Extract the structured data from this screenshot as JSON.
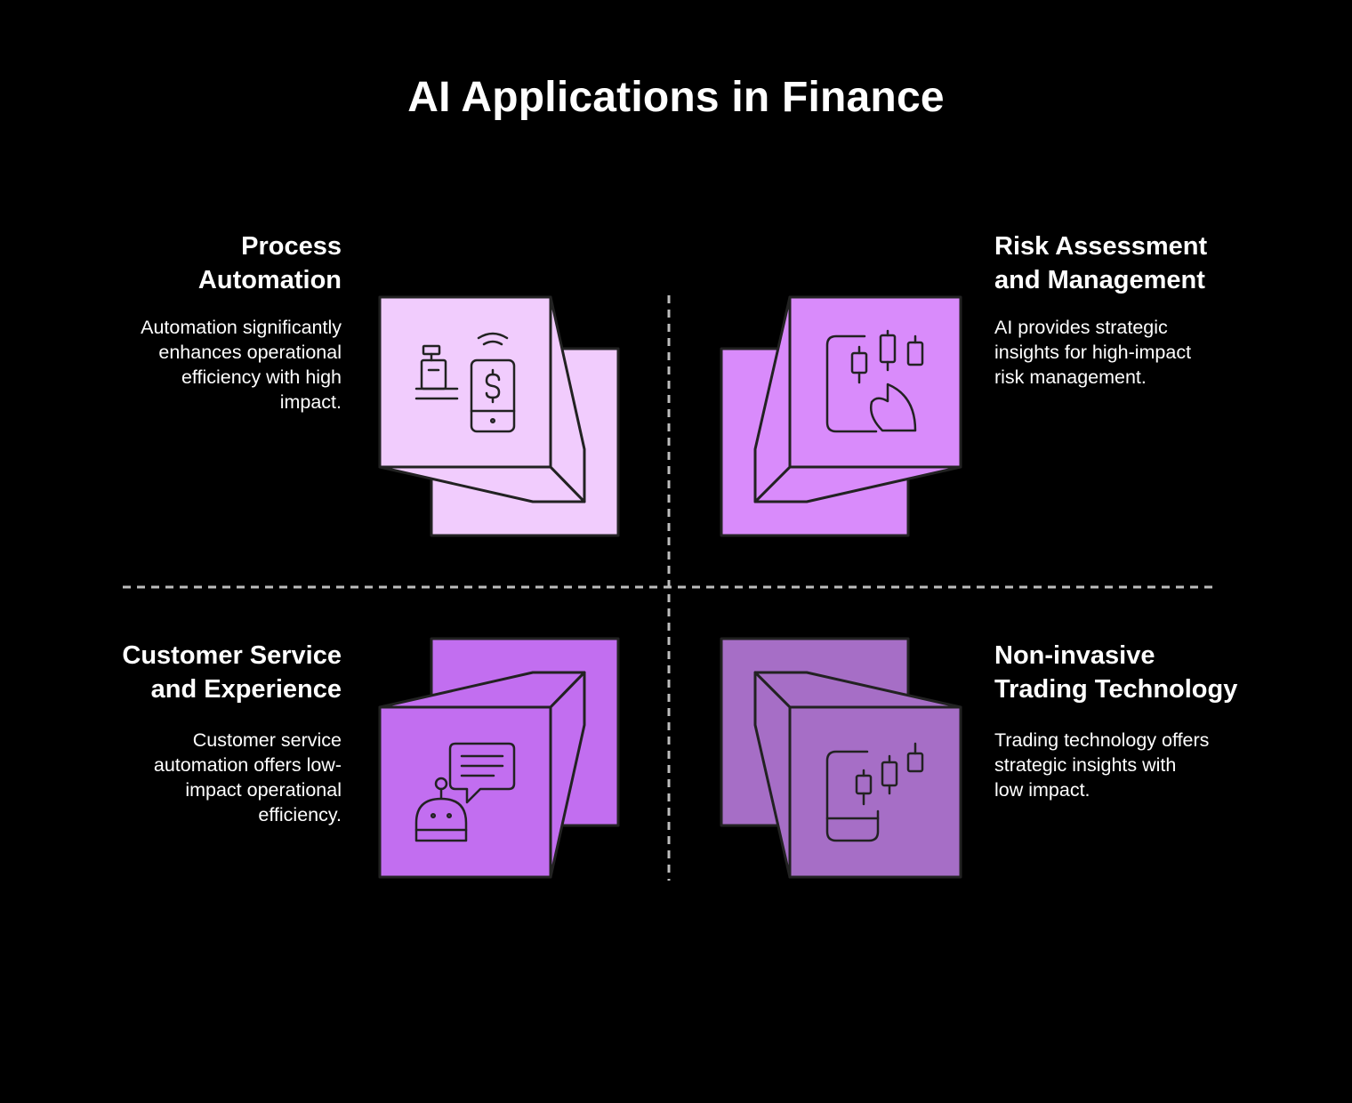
{
  "title": "AI Applications in Finance",
  "colors": {
    "background": "#000000",
    "process_automation": "#F1CCFD",
    "risk_assessment": "#D98BFB",
    "customer_service": "#C26EF0",
    "trading_technology": "#A66EC6",
    "outline": "#222222",
    "divider": "#BDBDBD"
  },
  "quadrants": {
    "top_left": {
      "title_line1": "Process",
      "title_line2": "Automation",
      "desc_line1": "Automation significantly",
      "desc_line2": "enhances operational",
      "desc_line3": "efficiency with high",
      "desc_line4": "impact.",
      "icon": "cash-register-mobile-payment-icon"
    },
    "top_right": {
      "title_line1": "Risk Assessment",
      "title_line2": "and Management",
      "desc_line1": "AI provides strategic",
      "desc_line2": "insights for high-impact",
      "desc_line3": "risk management.",
      "icon": "mobile-trading-chart-icon"
    },
    "bottom_left": {
      "title_line1": "Customer Service",
      "title_line2": "and Experience",
      "desc_line1": "Customer service",
      "desc_line2": "automation offers low-",
      "desc_line3": "impact operational",
      "desc_line4": "efficiency.",
      "icon": "chatbot-message-icon"
    },
    "bottom_right": {
      "title_line1": "Non-invasive",
      "title_line2": "Trading Technology",
      "desc_line1": "Trading technology offers",
      "desc_line2": "strategic insights with",
      "desc_line3": "low impact.",
      "icon": "mobile-candlestick-icon"
    }
  }
}
